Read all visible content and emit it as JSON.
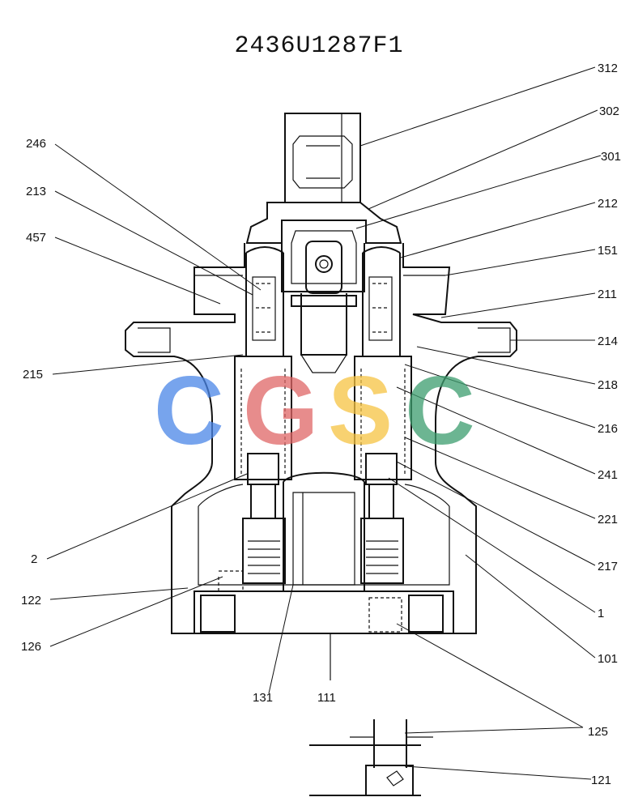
{
  "title": "2436U1287F1",
  "watermark": {
    "letters": [
      "C",
      "G",
      "S",
      "C"
    ],
    "colors": [
      "#4a86e8",
      "#e06666",
      "#f6c342",
      "#3c9d6e"
    ]
  },
  "labels": {
    "l312": "312",
    "l302": "302",
    "l301": "301",
    "l212": "212",
    "l151": "151",
    "l211": "211",
    "l214": "214",
    "l218": "218",
    "l216": "216",
    "l241": "241",
    "l221": "221",
    "l217": "217",
    "l1": "1",
    "l101": "101",
    "l125": "125",
    "l121": "121",
    "l246": "246",
    "l213": "213",
    "l457": "457",
    "l215": "215",
    "l2": "2",
    "l122": "122",
    "l126": "126",
    "l131": "131",
    "l111": "111"
  }
}
